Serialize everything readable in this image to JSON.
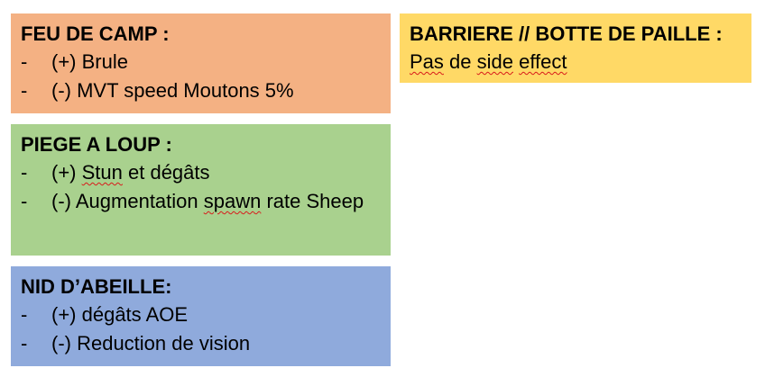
{
  "cards": {
    "feu_de_camp": {
      "title": "FEU DE CAMP :",
      "color": "#f4b183",
      "items": [
        {
          "dash": "-",
          "text": "(+) Brule"
        },
        {
          "dash": "-",
          "text": "(-) MVT speed Moutons 5%"
        }
      ]
    },
    "piege_a_loup": {
      "title": "PIEGE A LOUP :",
      "color": "#a9d18e",
      "items": [
        {
          "dash": "-",
          "before": "(+) ",
          "squiggle": "Stun",
          "after": " et dégâts"
        },
        {
          "dash": "-",
          "before": "(-) Augmentation ",
          "squiggle": "spawn",
          "after": " rate Sheep"
        }
      ]
    },
    "nid_abeille": {
      "title": "NID D’ABEILLE:",
      "color": "#8faadc",
      "items": [
        {
          "dash": "-",
          "text": "(+) dégâts AOE"
        },
        {
          "dash": "-",
          "text": "(-) Reduction de vision"
        }
      ]
    },
    "barriere": {
      "title": "BARRIERE // BOTTE DE PAILLE :",
      "color": "#ffd966",
      "line": {
        "w1": "Pas",
        "sp1": " de ",
        "w2": "side",
        "sp2": " ",
        "w3": "effect"
      }
    }
  }
}
